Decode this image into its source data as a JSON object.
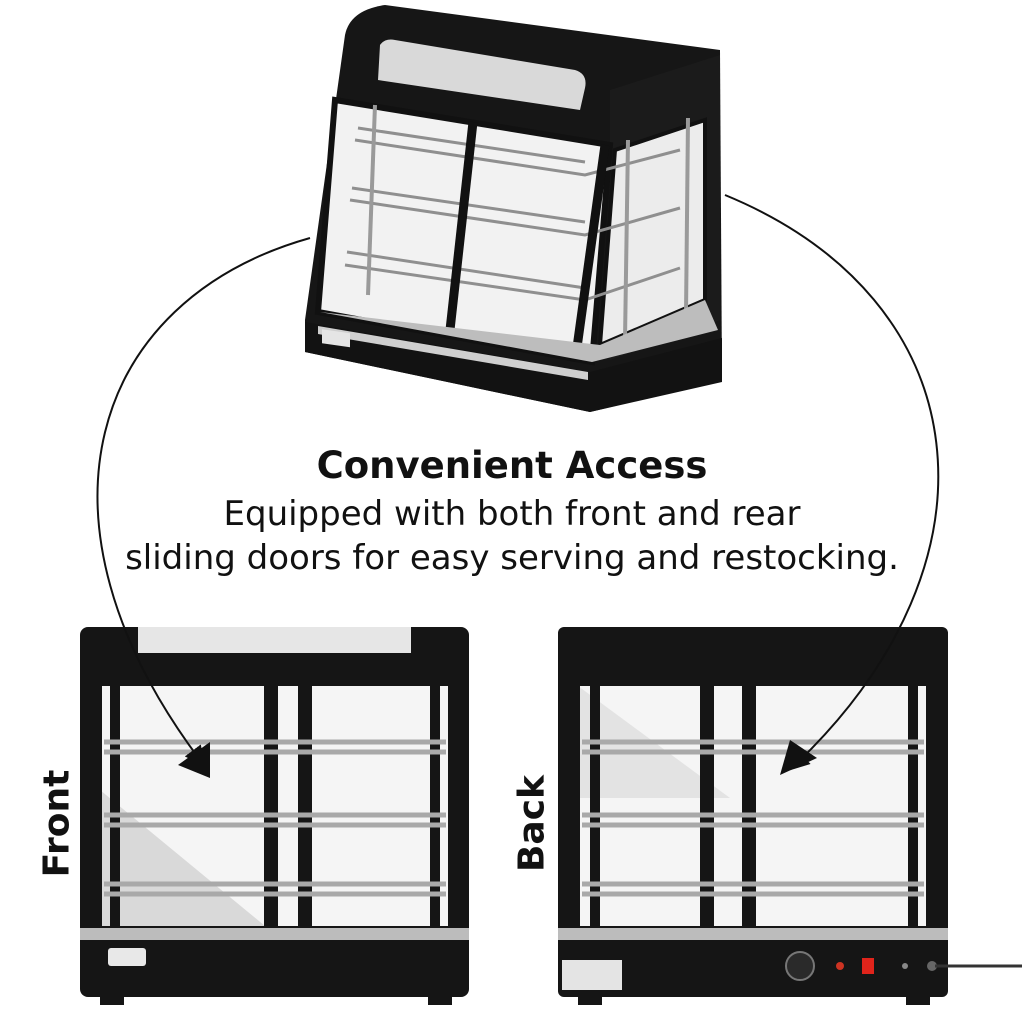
{
  "headline": {
    "title": "Convenient Access",
    "line1": "Equipped with both front and rear",
    "line2": "sliding doors for easy serving and restocking."
  },
  "views": {
    "front_label": "Front",
    "back_label": "Back"
  },
  "colors": {
    "cabinet": "#141414",
    "glass": "#f4f4f4",
    "steel": "#c9c9c9",
    "switch": "#e0241b"
  }
}
